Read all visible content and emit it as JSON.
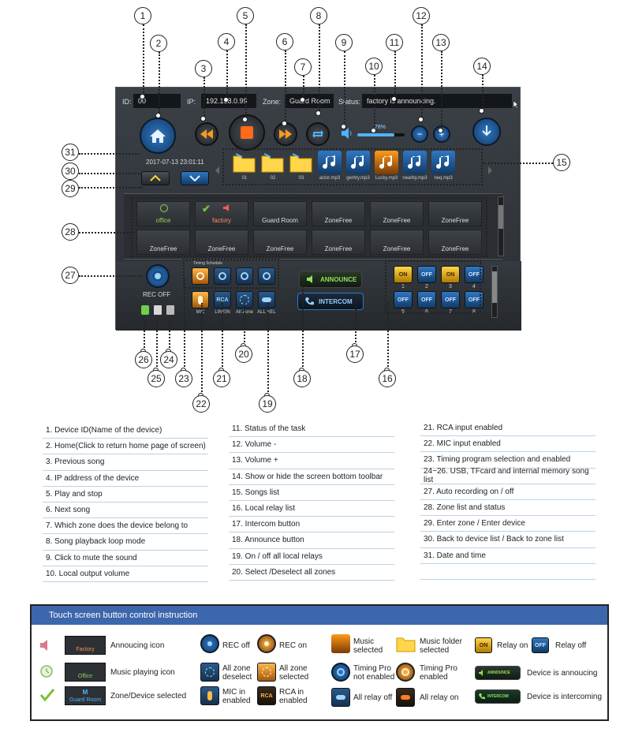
{
  "screen": {
    "id_label": "ID:",
    "id_value": "00",
    "ip_label": "IP:",
    "ip_value": "192.168.0.99",
    "zone_label": "Zone:",
    "zone_value": "Guard Room",
    "status_label": "Status:",
    "status_value": "factory is announcing.",
    "volume_percent": "78%",
    "volume_level": 0.78,
    "datetime": "2017-07-13 23:01:11",
    "folders": [
      {
        "label": "01"
      },
      {
        "label": "02"
      },
      {
        "label": "03"
      }
    ],
    "songs": [
      {
        "label": "actor.mp3"
      },
      {
        "label": "gentry.mp3"
      },
      {
        "label": "Lucky.mp3"
      },
      {
        "label": "nearby.mp3"
      },
      {
        "label": "neq.mp3"
      }
    ],
    "zones": [
      {
        "name": "office",
        "color": "#8fd14f"
      },
      {
        "name": "factory",
        "color": "#ff8c5a"
      },
      {
        "name": "Guard Room",
        "color": "#dddddd"
      },
      {
        "name": "ZoneFree",
        "color": "#dddddd"
      },
      {
        "name": "ZoneFree",
        "color": "#dddddd"
      },
      {
        "name": "ZoneFree",
        "color": "#dddddd"
      },
      {
        "name": "ZoneFree",
        "color": "#dddddd"
      },
      {
        "name": "ZoneFree",
        "color": "#dddddd"
      },
      {
        "name": "ZoneFree",
        "color": "#dddddd"
      },
      {
        "name": "ZoneFree",
        "color": "#dddddd"
      },
      {
        "name": "ZoneFree",
        "color": "#dddddd"
      },
      {
        "name": "ZoneFree",
        "color": "#dddddd"
      }
    ],
    "rec_label": "REC OFF",
    "timing_schedule_label": "Timing Schedule",
    "mic_label": "MIC",
    "linein_label": "LINEIN",
    "all_zone_label": "All Zone",
    "all_sel_label": "ALL SEL",
    "rca_label": "RCA",
    "announce_label": "ANNOUNCE",
    "intercom_label": "INTERCOM",
    "relays_top": [
      {
        "state": "ON",
        "num": "1"
      },
      {
        "state": "OFF",
        "num": "2"
      },
      {
        "state": "ON",
        "num": "3"
      },
      {
        "state": "OFF",
        "num": "4"
      }
    ],
    "relays_bottom": [
      {
        "state": "OFF",
        "num": "5"
      },
      {
        "state": "OFF",
        "num": "6"
      },
      {
        "state": "OFF",
        "num": "7"
      },
      {
        "state": "OFF",
        "num": "8"
      }
    ]
  },
  "callouts": [
    "1",
    "2",
    "3",
    "4",
    "5",
    "6",
    "7",
    "8",
    "9",
    "10",
    "11",
    "12",
    "13",
    "14",
    "15",
    "16",
    "17",
    "18",
    "19",
    "20",
    "21",
    "22",
    "23",
    "24",
    "25",
    "26",
    "27",
    "28",
    "29",
    "30",
    "31"
  ],
  "legend": {
    "col1": [
      "1. Device ID(Name of the device)",
      "2. Home(Click to return home page of screen)",
      "3. Previous song",
      "4. IP address of the device",
      "5. Play and stop",
      "6. Next song",
      "7. Which zone does the device belong to",
      "8. Song playback loop mode",
      "9. Click to mute the sound",
      "10. Local output volume"
    ],
    "col2": [
      "11. Status of the task",
      "12. Volume -",
      "13. Volume +",
      "14. Show or hide the screen bottom toolbar",
      "15. Songs list",
      "16. Local relay list",
      "17. Intercom button",
      "18. Announce button",
      "19. On / off all local relays",
      "20. Select /Deselect all zones"
    ],
    "col3": [
      "21. RCA input enabled",
      "22. MIC input enabled",
      "23. Timing program selection and enabled",
      "24~26. USB, TFcard and internal memory song list",
      "27. Auto recording on / off",
      "28. Zone list and status",
      "29. Enter zone / Enter device",
      "30. Back to device list / Back to zone list",
      "31. Date and time",
      ""
    ]
  },
  "instructions": {
    "title": "Touch screen button control instruction",
    "announcing_icon_label": "Annoucing icon",
    "announcing_tile_text": "Factory",
    "music_playing_label": "Music playing icon",
    "music_tile_text": "Office",
    "zone_selected_label": "Zone/Device selected",
    "zone_tile_m": "M",
    "zone_tile_text": "Guard Room",
    "rec_off": "REC off",
    "rec_on": "REC on",
    "all_zone_deselect": "All zone deselect",
    "all_zone_selected": "All zone selected",
    "mic_enabled": "MIC in enabled",
    "rca_enabled": "RCA in enabled",
    "music_selected": "Music selected",
    "music_folder_selected": "Music folder selected",
    "timing_not_enabled": "Timing Pro not enabled",
    "timing_enabled": "Timing Pro enabled",
    "all_relay_off": "All relay off",
    "all_relay_on": "All relay on",
    "relay_on": "Relay on",
    "relay_off": "Relay off",
    "relay_on_text": "ON",
    "relay_off_text": "OFF",
    "rca_text": "RCA",
    "device_announcing": "Device is annoucing",
    "device_intercoming": "Device is intercoming",
    "announce_pill": "ANNOUNCE",
    "intercom_pill": "INTERCOM"
  },
  "colors": {
    "accent_blue": "#3d67ad",
    "legend_rule": "#bcd3e6",
    "relay_on": "#ffc21a",
    "relay_off": "#2f78c4"
  }
}
